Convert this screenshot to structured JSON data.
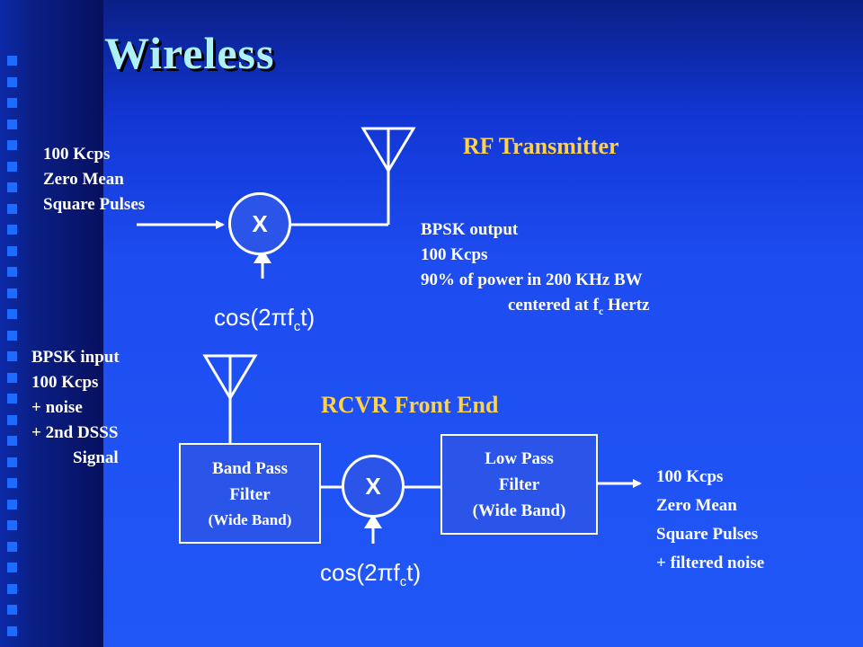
{
  "title": "Wireless",
  "transmitter": {
    "heading": "RF Transmitter",
    "input_lines": [
      "100 Kcps",
      "Zero Mean",
      "Square Pulses"
    ],
    "mixer_label": "X",
    "carrier": {
      "base": "cos(2πf",
      "sub": "c",
      "tail": "t)"
    },
    "output_lines": [
      "BPSK output",
      "100 Kcps",
      "90% of power in 200 KHz BW"
    ],
    "output_last": {
      "prefix": "centered at f",
      "sub": "c",
      "suffix": " Hertz"
    }
  },
  "receiver": {
    "heading": "RCVR Front End",
    "input_lines": [
      "BPSK input",
      "100 Kcps",
      "+ noise",
      "+ 2nd DSSS",
      "Signal"
    ],
    "bpf": {
      "line1": "Band Pass",
      "line2": "Filter",
      "line3": "(Wide Band)"
    },
    "mixer_label": "X",
    "carrier": {
      "base": "cos(2πf",
      "sub": "c",
      "tail": "t)"
    },
    "lpf": {
      "line1": "Low Pass",
      "line2": "Filter",
      "line3": "(Wide Band)"
    },
    "output_lines": [
      "100 Kcps",
      "Zero Mean",
      "Square Pulses",
      "+ filtered noise"
    ]
  },
  "colors": {
    "background": "#2157f7",
    "title": "#aef0f8",
    "heading": "#ffd24a",
    "text": "#ffffff"
  }
}
